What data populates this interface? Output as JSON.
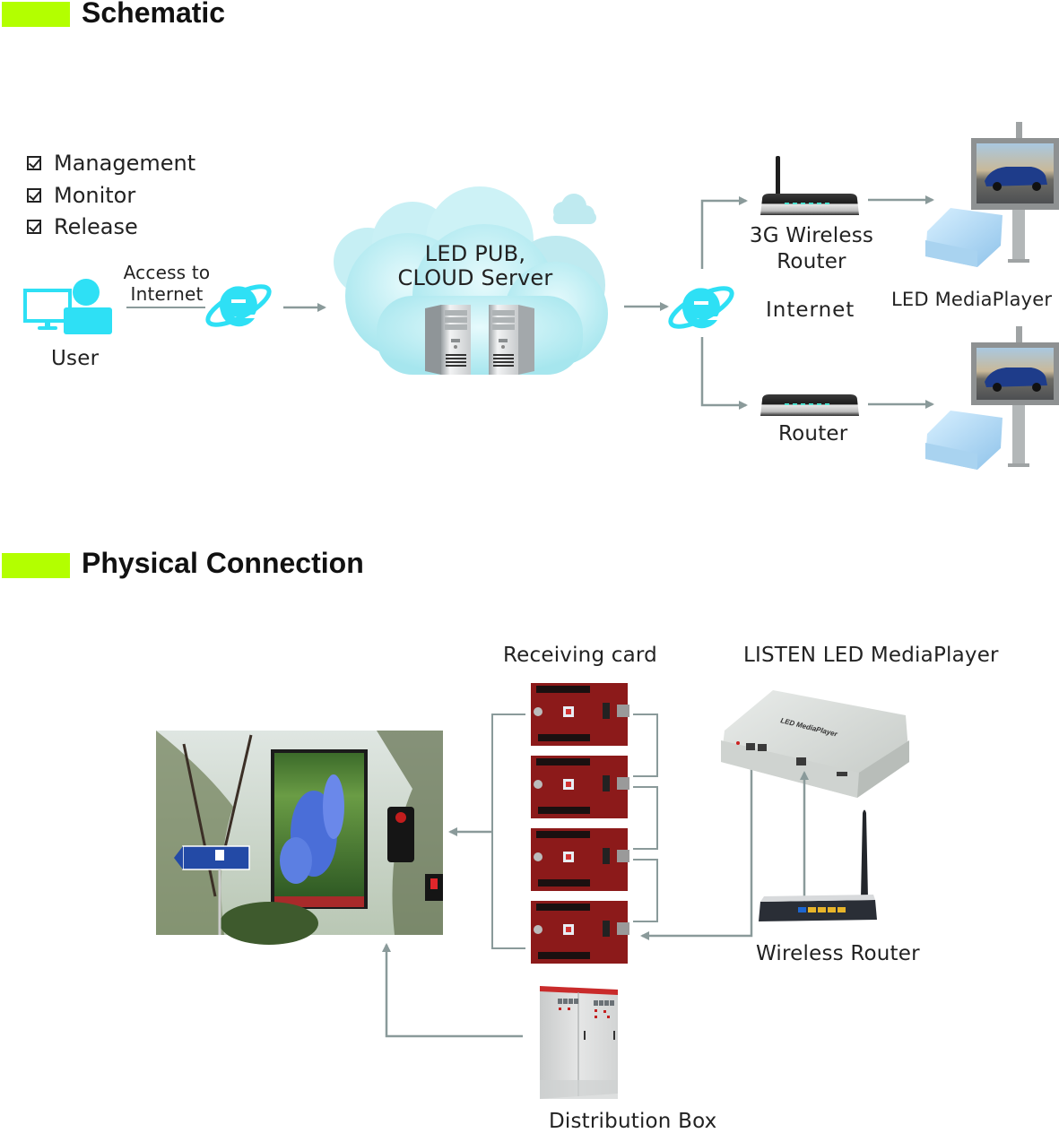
{
  "sections": {
    "schematic": {
      "title": "Schematic"
    },
    "physical": {
      "title": "Physical Connection"
    }
  },
  "schematic": {
    "features": [
      {
        "label": "Management",
        "checked": true
      },
      {
        "label": "Monitor",
        "checked": true
      },
      {
        "label": "Release",
        "checked": true
      }
    ],
    "user_label": "User",
    "access_label_line1": "Access to",
    "access_label_line2": "Internet",
    "cloud_label_line1": "LED PUB,",
    "cloud_label_line2": "CLOUD Server",
    "internet_label": "Internet",
    "router3g_label_line1": "3G Wireless",
    "router3g_label_line2": "Router",
    "router_label": "Router",
    "mediaplayer_label": "LED MediaPlayer"
  },
  "physical": {
    "receiving_card_label": "Receiving card",
    "mediaplayer_label": "LISTEN LED MediaPlayer",
    "wireless_router_label": "Wireless Router",
    "distribution_box_label": "Distribution Box",
    "device_text": "LED MediaPlayer",
    "receiving_card_count": 4
  },
  "colors": {
    "accent": "#b3ff00",
    "icon_cyan": "#2ee0f5",
    "arrow_gray": "#8a9a9a",
    "pcb_red": "#8c1a1a"
  }
}
